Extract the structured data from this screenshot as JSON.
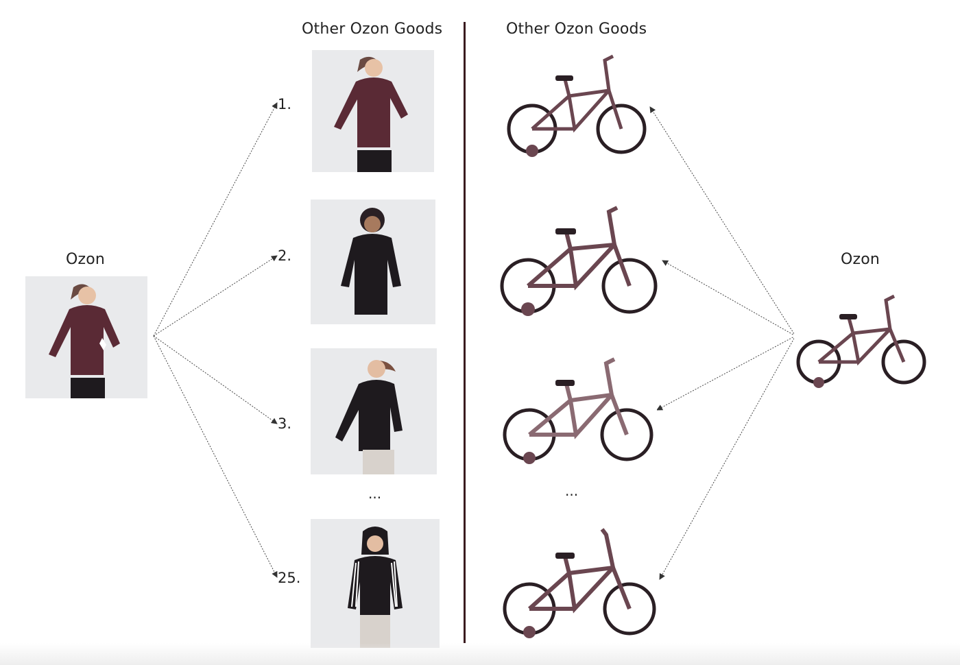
{
  "left": {
    "query_title": "Ozon",
    "results_title": "Other Ozon Goods",
    "ranks": [
      "1.",
      "2.",
      "3.",
      "25."
    ],
    "ellipsis": "...",
    "jacket_color": "#5a2a35",
    "jacket_dark": "#1e1a1e"
  },
  "right": {
    "query_title": "Ozon",
    "results_title": "Other Ozon Goods",
    "ellipsis": "...",
    "bike_color": "#6a4650",
    "bike_dark": "#2a1f24"
  }
}
